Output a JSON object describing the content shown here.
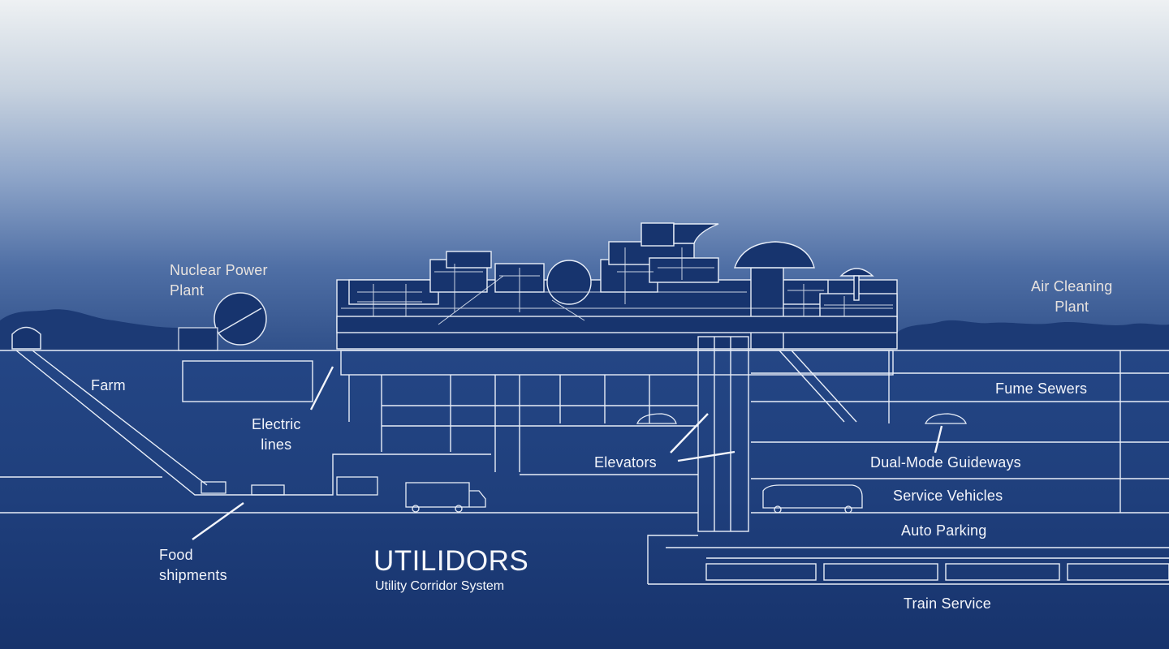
{
  "diagram": {
    "title": "UTILIDORS",
    "subtitle": "Utility Corridor System",
    "labels": {
      "nuclear_power_plant": [
        "Nuclear Power",
        "Plant"
      ],
      "air_cleaning_plant": [
        "Air Cleaning",
        "Plant"
      ],
      "farm": "Farm",
      "electric_lines": [
        "Electric",
        "lines"
      ],
      "food_shipments": [
        "Food",
        "shipments"
      ],
      "elevators": "Elevators",
      "fume_sewers": "Fume Sewers",
      "dual_mode_guideways": "Dual-Mode Guideways",
      "service_vehicles": "Service Vehicles",
      "auto_parking": "Auto Parking",
      "train_service": "Train Service"
    }
  },
  "colors": {
    "sky_top": "#e9edf1",
    "sky_mid": "#8fa6c9",
    "ground": "#203f7c",
    "ground_deep": "#16306a",
    "line": "#e8eef8"
  }
}
